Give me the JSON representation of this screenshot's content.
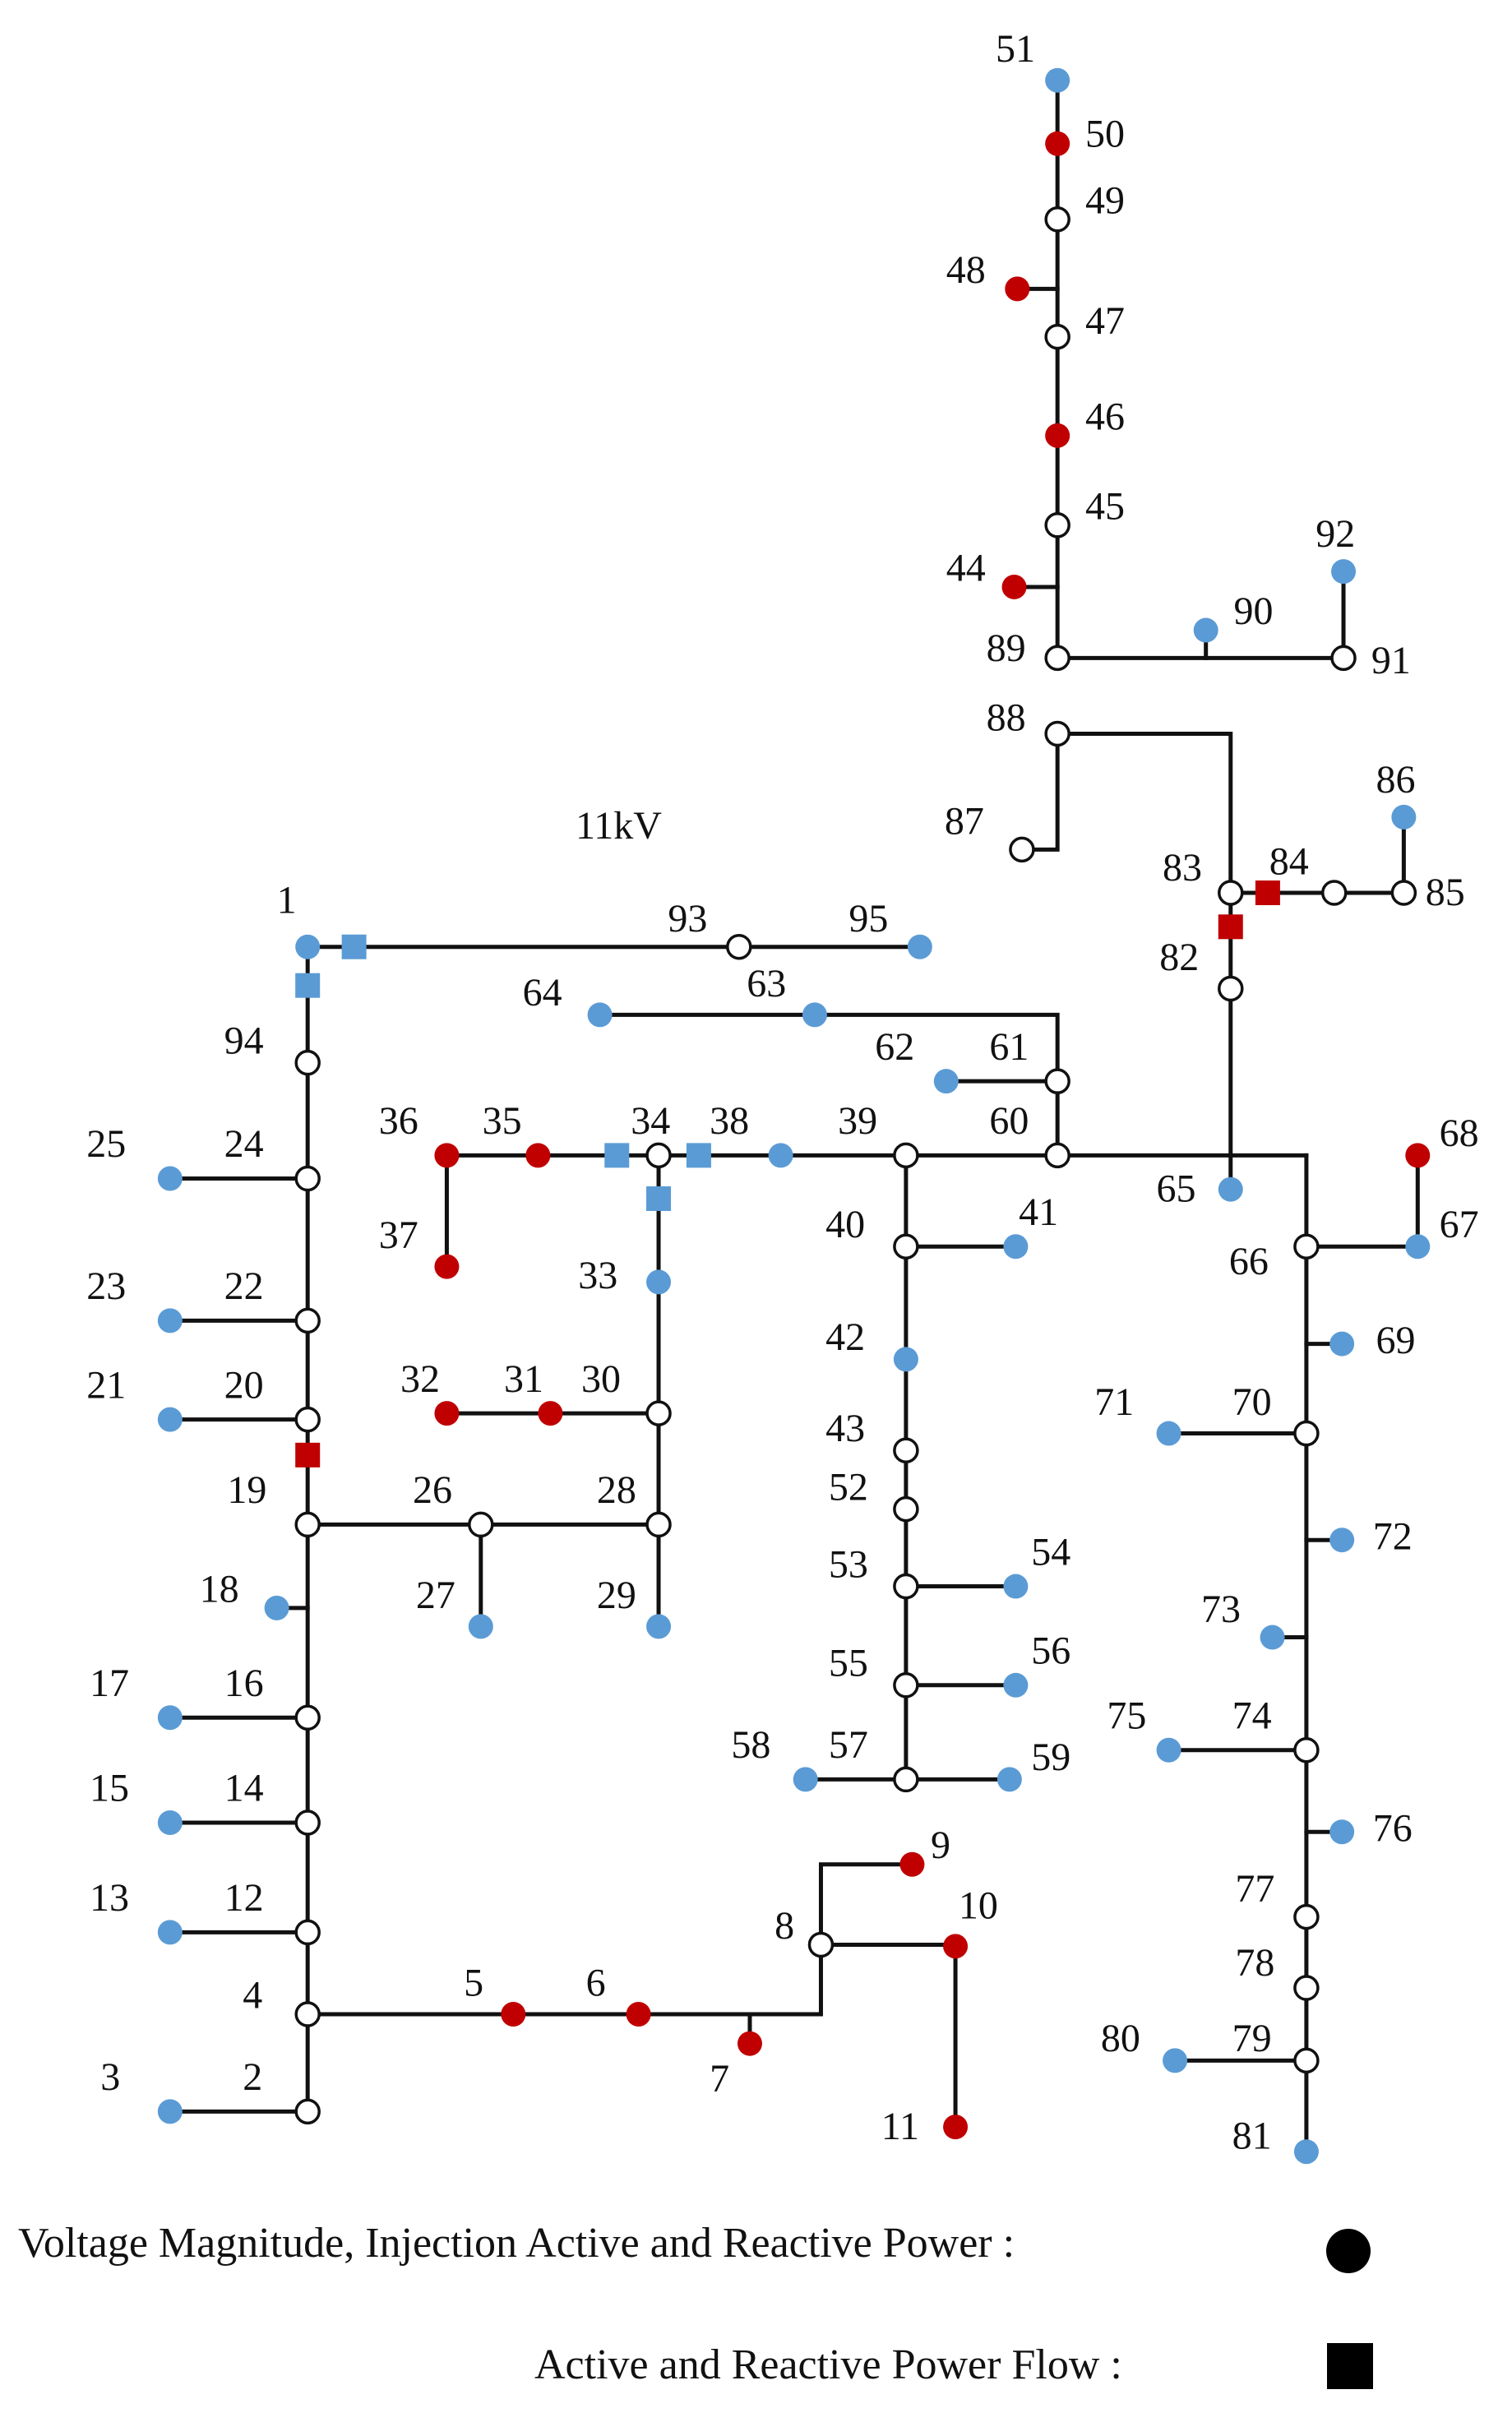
{
  "title": "11kV",
  "colors": {
    "line": "#111111",
    "open": "#ffffff",
    "red": "#c00000",
    "blue": "#5b9bd5",
    "legend": "#000000"
  },
  "node_types": {
    "open": "circle-open",
    "red": "circle-red",
    "blue": "circle-blue",
    "legend": "circle-black"
  },
  "legend": {
    "circle_text": "Voltage Magnitude, Injection Active and Reactive Power :",
    "square_text": "Active and Reactive Power Flow :"
  },
  "nodes": [
    {
      "id": "1",
      "type": "blue"
    },
    {
      "id": "2",
      "type": "open"
    },
    {
      "id": "3",
      "type": "blue"
    },
    {
      "id": "4",
      "type": "open"
    },
    {
      "id": "5",
      "type": "red"
    },
    {
      "id": "6",
      "type": "red"
    },
    {
      "id": "7",
      "type": "red"
    },
    {
      "id": "8",
      "type": "open"
    },
    {
      "id": "9",
      "type": "red"
    },
    {
      "id": "10",
      "type": "red"
    },
    {
      "id": "11",
      "type": "red"
    },
    {
      "id": "12",
      "type": "open"
    },
    {
      "id": "13",
      "type": "blue"
    },
    {
      "id": "14",
      "type": "open"
    },
    {
      "id": "15",
      "type": "blue"
    },
    {
      "id": "16",
      "type": "open"
    },
    {
      "id": "17",
      "type": "blue"
    },
    {
      "id": "18",
      "type": "blue"
    },
    {
      "id": "19",
      "type": "open"
    },
    {
      "id": "20",
      "type": "open"
    },
    {
      "id": "21",
      "type": "blue"
    },
    {
      "id": "22",
      "type": "open"
    },
    {
      "id": "23",
      "type": "blue"
    },
    {
      "id": "24",
      "type": "open"
    },
    {
      "id": "25",
      "type": "blue"
    },
    {
      "id": "26",
      "type": "open"
    },
    {
      "id": "27",
      "type": "blue"
    },
    {
      "id": "28",
      "type": "open"
    },
    {
      "id": "29",
      "type": "blue"
    },
    {
      "id": "30",
      "type": "open"
    },
    {
      "id": "31",
      "type": "red"
    },
    {
      "id": "32",
      "type": "red"
    },
    {
      "id": "33",
      "type": "blue"
    },
    {
      "id": "34",
      "type": "open"
    },
    {
      "id": "35",
      "type": "red"
    },
    {
      "id": "36",
      "type": "red"
    },
    {
      "id": "37",
      "type": "red"
    },
    {
      "id": "38",
      "type": "blue"
    },
    {
      "id": "39",
      "type": "open"
    },
    {
      "id": "40",
      "type": "open"
    },
    {
      "id": "41",
      "type": "blue"
    },
    {
      "id": "42",
      "type": "blue"
    },
    {
      "id": "43",
      "type": "open"
    },
    {
      "id": "44",
      "type": "red"
    },
    {
      "id": "45",
      "type": "open"
    },
    {
      "id": "46",
      "type": "red"
    },
    {
      "id": "47",
      "type": "open"
    },
    {
      "id": "48",
      "type": "red"
    },
    {
      "id": "49",
      "type": "open"
    },
    {
      "id": "50",
      "type": "red"
    },
    {
      "id": "51",
      "type": "blue"
    },
    {
      "id": "52",
      "type": "open"
    },
    {
      "id": "53",
      "type": "open"
    },
    {
      "id": "54",
      "type": "blue"
    },
    {
      "id": "55",
      "type": "open"
    },
    {
      "id": "56",
      "type": "blue"
    },
    {
      "id": "57",
      "type": "open"
    },
    {
      "id": "58",
      "type": "blue"
    },
    {
      "id": "59",
      "type": "blue"
    },
    {
      "id": "60",
      "type": "open"
    },
    {
      "id": "61",
      "type": "open"
    },
    {
      "id": "62",
      "type": "blue"
    },
    {
      "id": "63",
      "type": "blue"
    },
    {
      "id": "64",
      "type": "blue"
    },
    {
      "id": "65",
      "type": "blue"
    },
    {
      "id": "66",
      "type": "open"
    },
    {
      "id": "67",
      "type": "blue"
    },
    {
      "id": "68",
      "type": "red"
    },
    {
      "id": "69",
      "type": "blue"
    },
    {
      "id": "70",
      "type": "open"
    },
    {
      "id": "71",
      "type": "blue"
    },
    {
      "id": "72",
      "type": "blue"
    },
    {
      "id": "73",
      "type": "blue"
    },
    {
      "id": "74",
      "type": "open"
    },
    {
      "id": "75",
      "type": "blue"
    },
    {
      "id": "76",
      "type": "blue"
    },
    {
      "id": "77",
      "type": "open"
    },
    {
      "id": "78",
      "type": "open"
    },
    {
      "id": "79",
      "type": "open"
    },
    {
      "id": "80",
      "type": "blue"
    },
    {
      "id": "81",
      "type": "blue"
    },
    {
      "id": "82",
      "type": "open"
    },
    {
      "id": "83",
      "type": "open"
    },
    {
      "id": "84",
      "type": "open"
    },
    {
      "id": "85",
      "type": "open"
    },
    {
      "id": "86",
      "type": "blue"
    },
    {
      "id": "87",
      "type": "open"
    },
    {
      "id": "88",
      "type": "open"
    },
    {
      "id": "89",
      "type": "open"
    },
    {
      "id": "90",
      "type": "blue"
    },
    {
      "id": "91",
      "type": "open"
    },
    {
      "id": "92",
      "type": "blue"
    },
    {
      "id": "93",
      "type": "open"
    },
    {
      "id": "94",
      "type": "open"
    },
    {
      "id": "95",
      "type": "blue"
    }
  ],
  "flow_measurements": [
    {
      "id": "1-93",
      "type": "blue"
    },
    {
      "id": "1-94",
      "type": "blue"
    },
    {
      "id": "19-20",
      "type": "red"
    },
    {
      "id": "34-35",
      "type": "blue"
    },
    {
      "id": "34-38",
      "type": "blue"
    },
    {
      "id": "34-33",
      "type": "blue"
    },
    {
      "id": "83-84",
      "type": "red"
    },
    {
      "id": "83-82",
      "type": "red"
    }
  ]
}
